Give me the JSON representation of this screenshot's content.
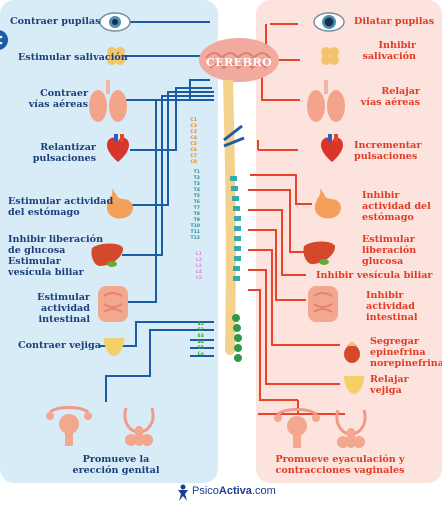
{
  "brain": {
    "label": "CEREBRO"
  },
  "left": {
    "contraer_pupilas": "Contraer pupilas",
    "estimular_salivacion": "Estimular salivación",
    "contraer_vias_1": "Contraer",
    "contraer_vias_2": "vías aéreas",
    "relantizar_1": "Relantizar",
    "relantizar_2": "pulsaciones",
    "est_estomago_1": "Estimular actividad",
    "est_estomago_2": "del estómago",
    "inhibir_glucosa_1": "Inhibir liberación",
    "inhibir_glucosa_2": "de glucosa",
    "vesicula_1": "Estimular",
    "vesicula_2": "vesícula biliar",
    "intestinal_1": "Estimular",
    "intestinal_2": "actividad",
    "intestinal_3": "intestinal",
    "contraer_vejiga": "Contraer vejiga",
    "ereccion_1": "Promueve la",
    "ereccion_2": "erección genital"
  },
  "right": {
    "dilatar_pupilas": "Dilatar pupilas",
    "inhibir_saliv_1": "Inhibir",
    "inhibir_saliv_2": "salivación",
    "relajar_vias_1": "Relajar",
    "relajar_vias_2": "vías aéreas",
    "incrementar_1": "Incrementar",
    "incrementar_2": "pulsaciones",
    "inhibir_estomago_1": "Inhibir",
    "inhibir_estomago_2": "actividad del",
    "inhibir_estomago_3": "estómago",
    "est_glucosa_1": "Estimular",
    "est_glucosa_2": "liberación",
    "est_glucosa_3": "glucosa",
    "inhibir_vesicula": "Inhibir vesícula biliar",
    "inhibir_int_1": "Inhibir",
    "inhibir_int_2": "actividad",
    "inhibir_int_3": "intestinal",
    "segregar_1": "Segregar",
    "segregar_2": "epinefrina",
    "segregar_3": "norepinefrina",
    "relajar_vejiga_1": "Relajar",
    "relajar_vejiga_2": "vejiga",
    "eyaculacion_1": "Promueve eyaculación y",
    "eyaculacion_2": "contracciones vaginales"
  },
  "spine": {
    "cervical": [
      "C1",
      "C2",
      "C3",
      "C4",
      "C5",
      "C6",
      "C7",
      "C8"
    ],
    "thoracic": [
      "T1",
      "T2",
      "T3",
      "T4",
      "T5",
      "T6",
      "T7",
      "T8",
      "T9",
      "T10",
      "T11",
      "T12"
    ],
    "lumbar": [
      "L1",
      "L2",
      "L3",
      "L4",
      "L5"
    ],
    "sacral": [
      "S1",
      "S2",
      "S3",
      "S4",
      "S5",
      "Co"
    ]
  },
  "brand": {
    "name_part1": "Psico",
    "name_part2": "Activa",
    "name_part3": ".com"
  },
  "colors": {
    "parasympathetic": "#1a5da3",
    "sympathetic": "#e8432b",
    "left_panel": "#d7ecf6",
    "right_panel": "#fde3dd"
  }
}
